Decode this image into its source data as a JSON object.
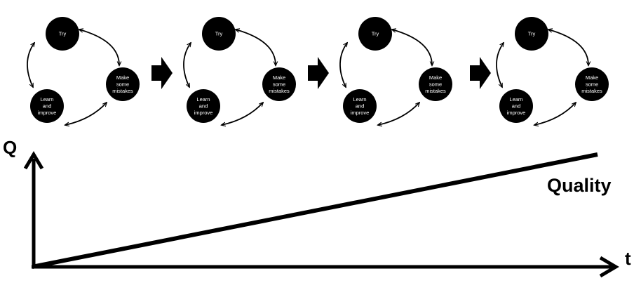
{
  "cycles": [
    {
      "nodes": {
        "try": [
          "Try"
        ],
        "mistakes": [
          "Make",
          "some",
          "mistakes"
        ],
        "learn": [
          "Learn",
          "and",
          "improve"
        ]
      }
    },
    {
      "nodes": {
        "try": [
          "Try"
        ],
        "mistakes": [
          "Make",
          "some",
          "mistakes"
        ],
        "learn": [
          "Learn",
          "and",
          "improve"
        ]
      }
    },
    {
      "nodes": {
        "try": [
          "Try"
        ],
        "mistakes": [
          "Make",
          "some",
          "mistakes"
        ],
        "learn": [
          "Learn",
          "and",
          "improve"
        ]
      }
    },
    {
      "nodes": {
        "try": [
          "Try"
        ],
        "mistakes": [
          "Make",
          "some",
          "mistakes"
        ],
        "learn": [
          "Learn",
          "and",
          "improve"
        ]
      }
    }
  ],
  "graph": {
    "y_axis_label": "Q",
    "x_axis_label": "t",
    "line_label": "Quality"
  },
  "colors": {
    "ink": "#000000",
    "node_text": "#ffffff"
  }
}
